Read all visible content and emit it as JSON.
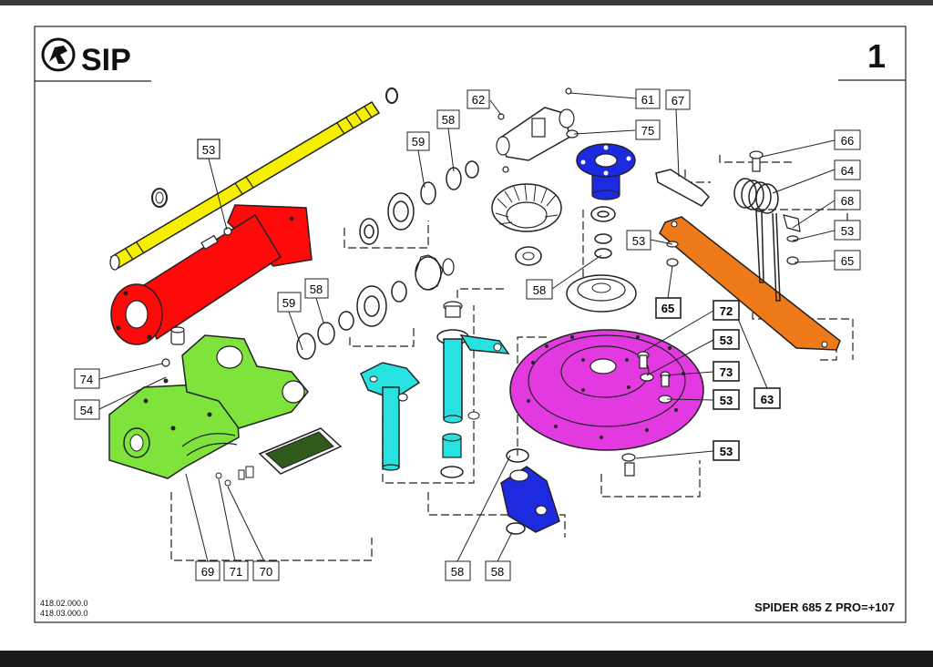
{
  "header": {
    "logo_text": "SIP",
    "page_number": "1"
  },
  "footer": {
    "codes": [
      "418.02.000.0",
      "418.03.000.0"
    ],
    "model": "SPIDER 685 Z PRO=+107"
  },
  "colors": {
    "shaft": "#f6f000",
    "tube": "#ff0a0a",
    "gearbox": "#7ee33a",
    "cover": "#2f5a1a",
    "spindle": "#28e2e2",
    "hub": "#1d2ae0",
    "disc": "#e23ae0",
    "tine_arm": "#ee7a1a"
  },
  "callouts": [
    {
      "id": "c53a",
      "label": "53"
    },
    {
      "id": "c59a",
      "label": "59"
    },
    {
      "id": "c58a",
      "label": "58"
    },
    {
      "id": "c62",
      "label": "62"
    },
    {
      "id": "c61",
      "label": "61"
    },
    {
      "id": "c67",
      "label": "67"
    },
    {
      "id": "c75",
      "label": "75"
    },
    {
      "id": "c66",
      "label": "66"
    },
    {
      "id": "c64",
      "label": "64"
    },
    {
      "id": "c68",
      "label": "68"
    },
    {
      "id": "c53b",
      "label": "53"
    },
    {
      "id": "c65a",
      "label": "65"
    },
    {
      "id": "c53c",
      "label": "53"
    },
    {
      "id": "c58b",
      "label": "58"
    },
    {
      "id": "c65b",
      "label": "65"
    },
    {
      "id": "c59b",
      "label": "59"
    },
    {
      "id": "c58c",
      "label": "58"
    },
    {
      "id": "c72",
      "label": "72"
    },
    {
      "id": "c53d",
      "label": "53"
    },
    {
      "id": "c73",
      "label": "73"
    },
    {
      "id": "c53e",
      "label": "53"
    },
    {
      "id": "c63",
      "label": "63"
    },
    {
      "id": "c74",
      "label": "74"
    },
    {
      "id": "c54",
      "label": "54"
    },
    {
      "id": "c53f",
      "label": "53"
    },
    {
      "id": "c69",
      "label": "69"
    },
    {
      "id": "c71",
      "label": "71"
    },
    {
      "id": "c70",
      "label": "70"
    },
    {
      "id": "c58d",
      "label": "58"
    },
    {
      "id": "c58e",
      "label": "58"
    }
  ]
}
